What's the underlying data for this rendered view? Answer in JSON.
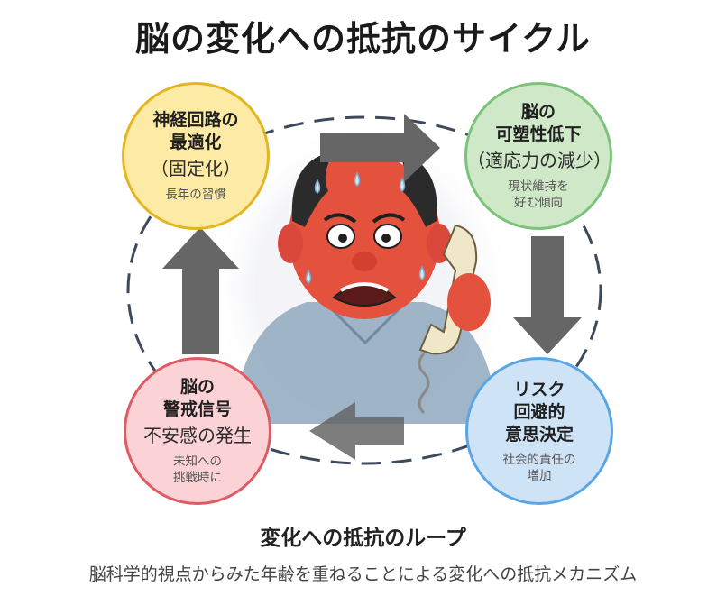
{
  "title": "脳の変化への抵抗のサイクル",
  "nodes": {
    "top_left": {
      "title_line1": "神経回路の",
      "title_line2": "最適化",
      "sub": "（固定化）",
      "note": "長年の習慣"
    },
    "top_right": {
      "title_line1": "脳の",
      "title_line2": "可塑性低下",
      "sub": "（適応力の減少）",
      "note_line1": "現状維持を",
      "note_line2": "好む傾向"
    },
    "bottom_right": {
      "title_line1": "リスク",
      "title_line2": "回避的",
      "title_line3": "意思決定",
      "note_line1": "社会的責任の",
      "note_line2": "増加"
    },
    "bottom_left": {
      "title_line1": "脳の",
      "title_line2": "警戒信号",
      "sub": "不安感の発生",
      "note_line1": "未知への",
      "note_line2": "挑戦時に"
    }
  },
  "loop_title": "変化への抵抗のループ",
  "subtitle": "脳科学的視点からみた年齢を重ねることによる変化への抵抗メカニズム",
  "colors": {
    "top_left": "#fdeaa4",
    "top_right": "#cfe9c8",
    "bottom_right": "#cfe3f7",
    "bottom_left": "#fbd3d6",
    "arrow": "#666666"
  },
  "illustration": "illustration of a stressed, sweating man on the phone"
}
